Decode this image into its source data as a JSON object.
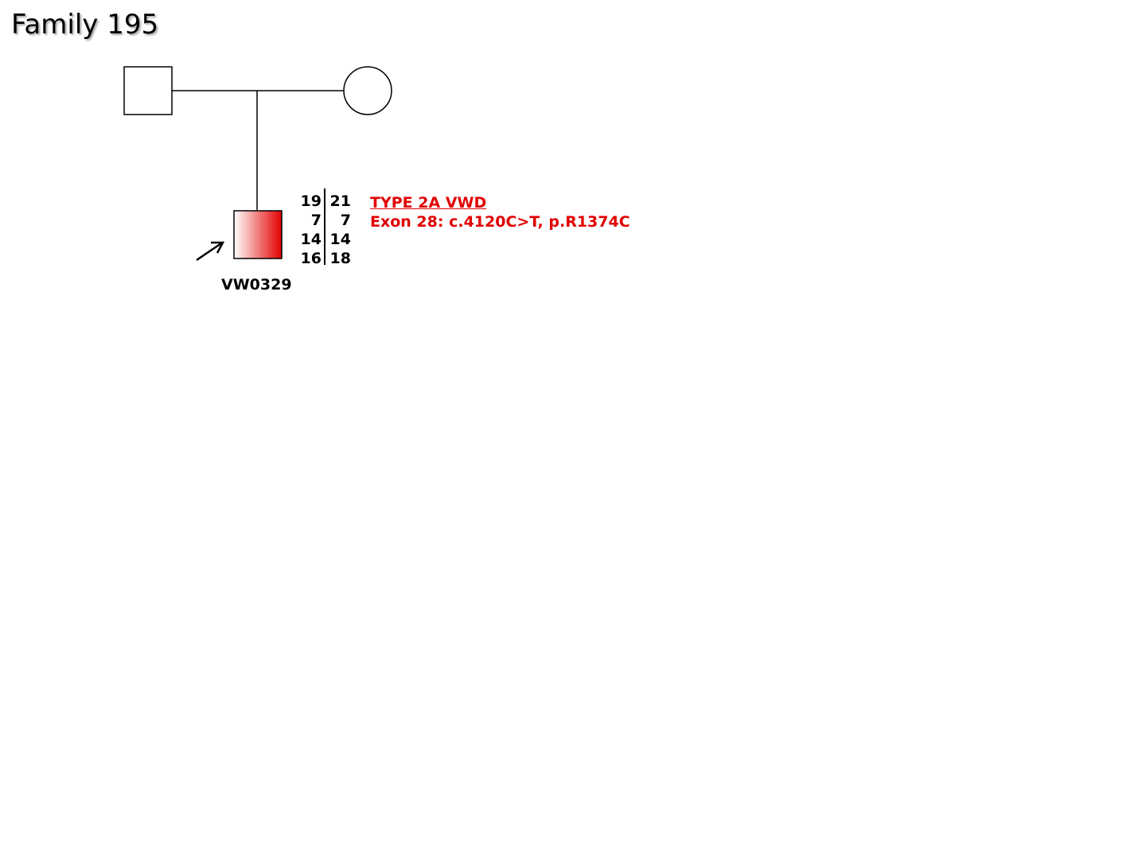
{
  "title": "Family 195",
  "proband": {
    "id": "VW0329",
    "haplotype": {
      "left": [
        "19",
        "7",
        "14",
        "16"
      ],
      "right": [
        "21",
        "7",
        "14",
        "18"
      ]
    },
    "diagnosis": "TYPE 2A VWD",
    "mutation": "Exon 28: c.4120C>T, p.R1374C"
  },
  "colors": {
    "affected": "#e10000",
    "line": "#000000"
  }
}
